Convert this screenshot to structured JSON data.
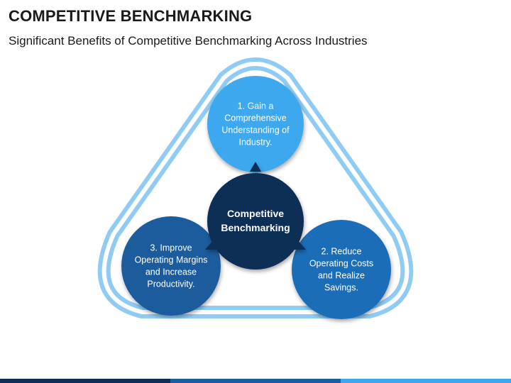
{
  "header": {
    "title": "COMPETITIVE BENCHMARKING",
    "subtitle": "Significant Benefits of Competitive Benchmarking Across Industries"
  },
  "diagram": {
    "center": {
      "lines": [
        "Competitive",
        "Benchmarking"
      ],
      "color": "#0b2f55"
    },
    "nodes": [
      {
        "lines": [
          "1. Gain a",
          "Comprehensive",
          "Understanding of",
          "Industry."
        ],
        "color": "#3ea8ee"
      },
      {
        "lines": [
          "2. Reduce",
          "Operating Costs",
          "and Realize",
          "Savings."
        ],
        "color": "#1f6db8"
      },
      {
        "lines": [
          "3. Improve",
          "Operating Margins",
          "and Increase",
          "Productivity."
        ],
        "color": "#1a5c9c"
      }
    ],
    "ring_color": "#8fcbf3",
    "ring_inner_color": "#ffffff"
  },
  "footer": {
    "bar_colors": [
      "#0b2f55",
      "#1a5c9c",
      "#3ea8ee"
    ]
  }
}
